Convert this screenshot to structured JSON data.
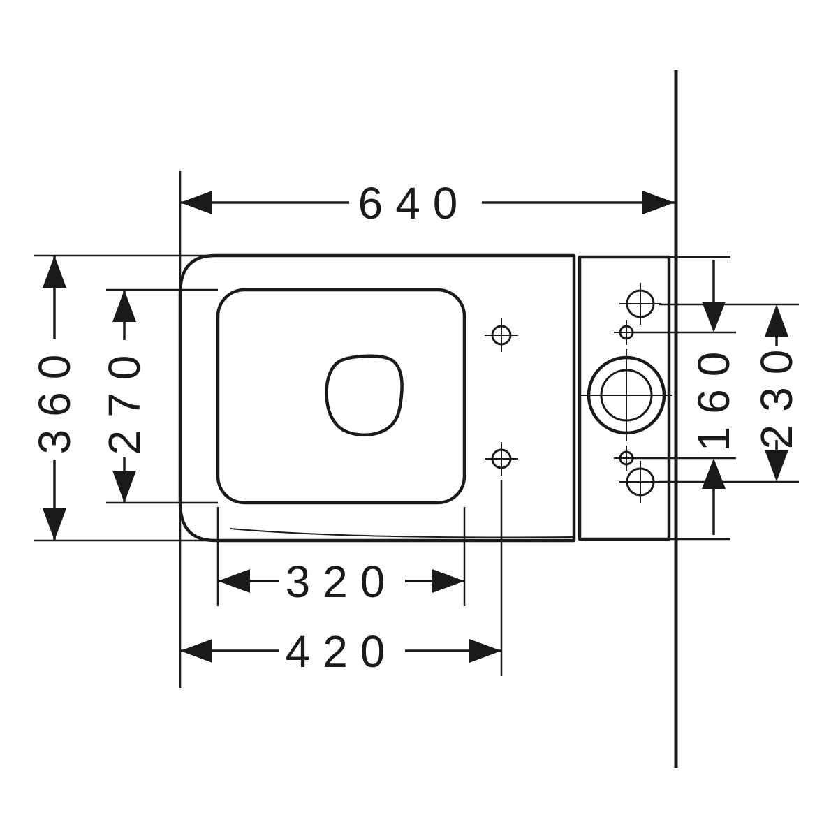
{
  "drawing": {
    "subject": "close-coupled-toilet-top-view-dimension-drawing",
    "dimensions": {
      "overall_length": "640",
      "overall_width": "360",
      "inner_width": "270",
      "inner_length": "320",
      "fixing_distance": "420",
      "cistern_spacing_inner": "160",
      "cistern_spacing_outer": "230"
    },
    "colors": {
      "line": "#1a1a1a",
      "background": "#ffffff"
    }
  }
}
